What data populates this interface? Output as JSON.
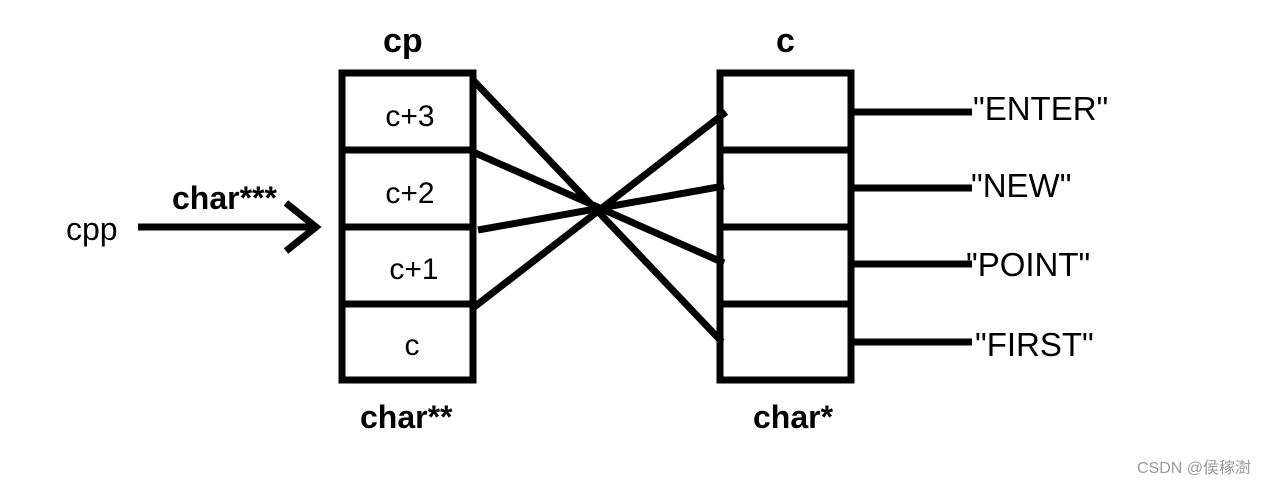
{
  "labels": {
    "cp_title": "cp",
    "c_title": "c",
    "cpp": "cpp",
    "cpp_type": "char***",
    "cp_type": "char**",
    "c_type": "char*"
  },
  "cp_cells": [
    "c+3",
    "c+2",
    "c+1",
    "c"
  ],
  "strings": [
    "\"ENTER\"",
    "\"NEW\"",
    "\"POINT\"",
    "\"FIRST\""
  ],
  "watermark": "CSDN @侯稼澍"
}
